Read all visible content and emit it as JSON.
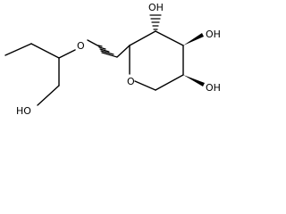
{
  "molecule": {
    "atom_labels": {
      "o_ring": "O",
      "o_ether": "O",
      "oh_top": "OH",
      "oh_right_top": "OH",
      "oh_right_bottom": "OH",
      "oh_bottom_left": "HO"
    },
    "colors": {
      "bond": "#000000",
      "text": "#000000",
      "background": "#ffffff"
    }
  }
}
